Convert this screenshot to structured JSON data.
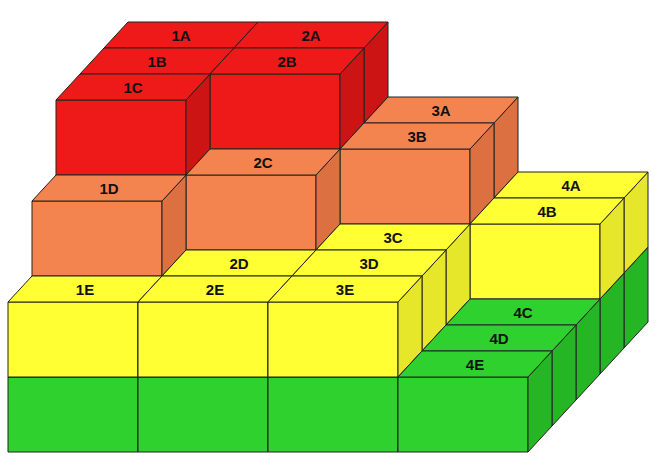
{
  "diagram": {
    "labels": [
      "1A",
      "2A",
      "1B",
      "2B",
      "1C",
      "3A",
      "1D",
      "2C",
      "3B",
      "4A",
      "3C",
      "2D",
      "4B",
      "3D",
      "1E",
      "2E",
      "3E",
      "4C",
      "4D",
      "4E"
    ]
  }
}
